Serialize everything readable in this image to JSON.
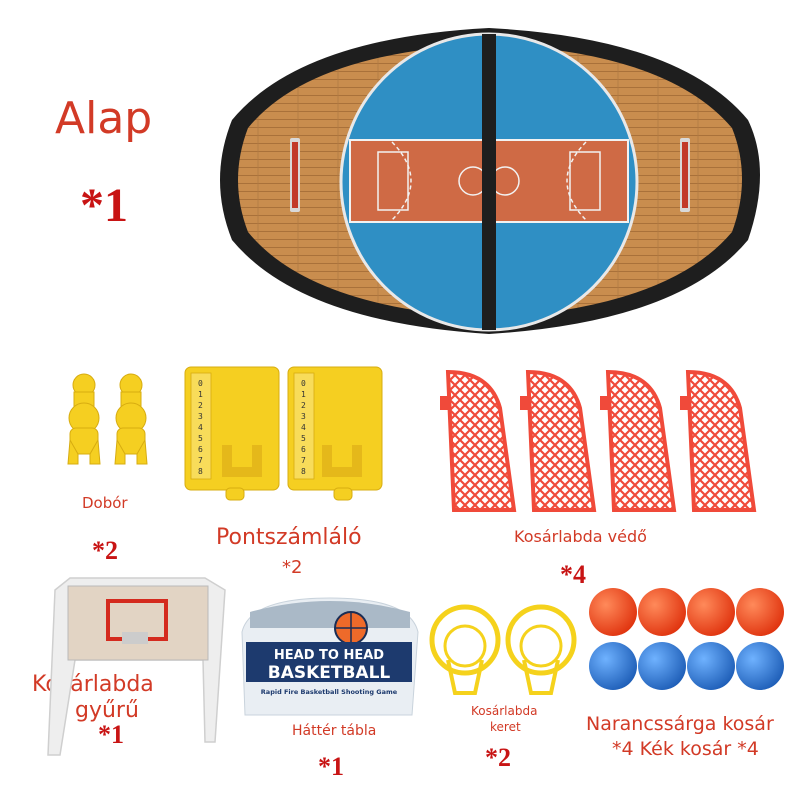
{
  "labels": {
    "base": "Alap",
    "base_qty": "*1",
    "shooter": "Dobór",
    "shooter_qty": "*2",
    "scoreboard": "Pontszámláló",
    "scoreboard_qty": "*2",
    "guard": "Kosárlabda védő",
    "guard_qty": "*4",
    "ring_line1": "Kosárlabda",
    "ring_line2": "gyűrű",
    "ring_qty": "*1",
    "backboard": "Háttér tábla",
    "backboard_qty": "*1",
    "hoop_line1": "Kosárlabda",
    "hoop_line2": "keret",
    "hoop_qty": "*2",
    "balls_line1": "Narancssárga kosár",
    "balls_line2": "*4 Kék kosár *4"
  },
  "board_text": {
    "line1": "HEAD TO HEAD",
    "line2": "BASKETBALL",
    "tagline": "Rapid Fire Basketball Shooting Game"
  },
  "scale_digits": [
    "0",
    "1",
    "2",
    "3",
    "4",
    "5",
    "6",
    "7",
    "8"
  ],
  "colors": {
    "label_red": "#d23a26",
    "wood": "#c98d4e",
    "court_blue": "#2f8fc4",
    "paint_orange": "#cf6a45",
    "frame_black": "#1e1e1e",
    "part_yellow": "#f5cf21",
    "net_red": "#f04a3a",
    "ball_orange": "#f0461e",
    "ball_blue": "#2b7fd4"
  }
}
